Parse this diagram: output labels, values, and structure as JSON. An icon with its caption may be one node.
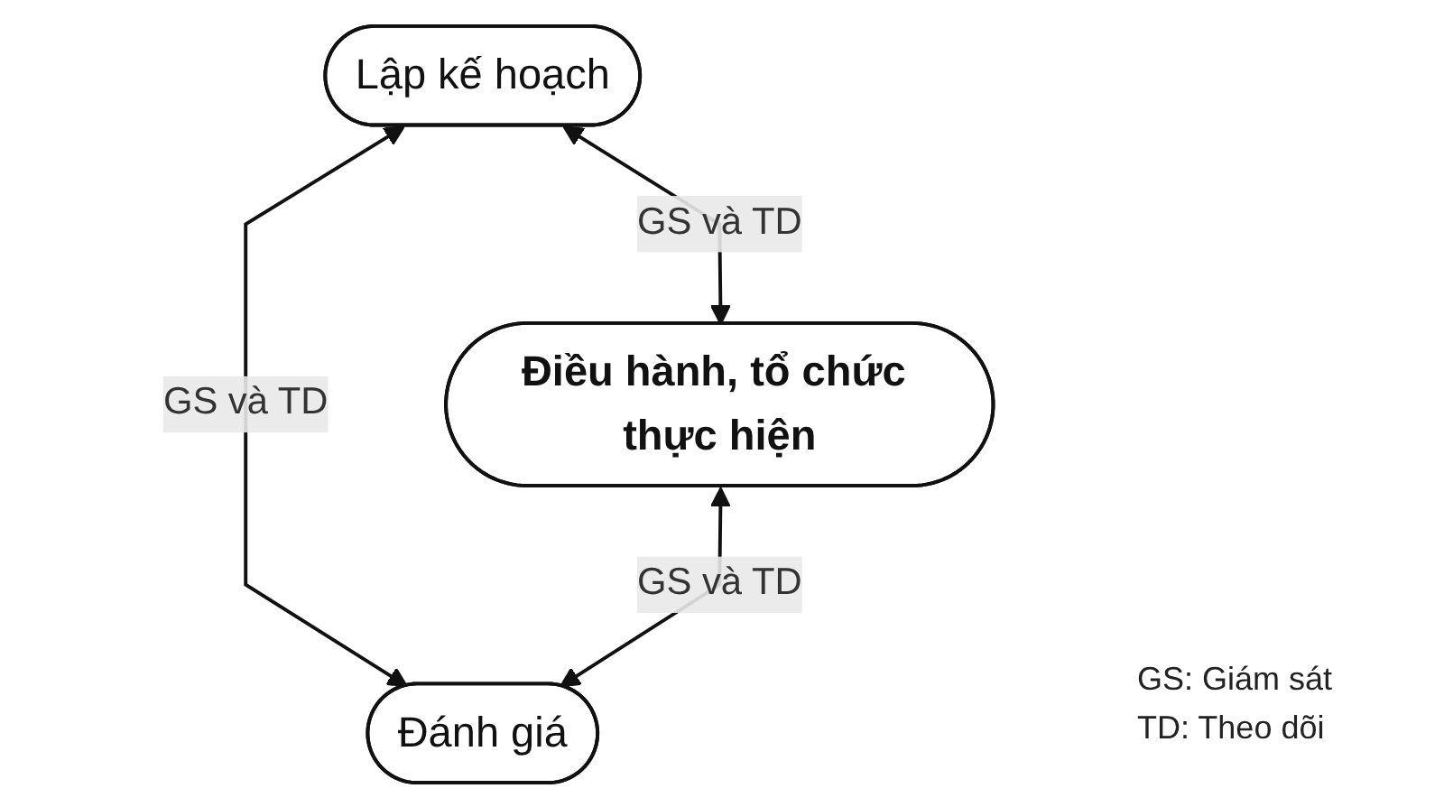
{
  "diagram": {
    "nodes": [
      {
        "text": [
          "Lập kế hoạch"
        ]
      },
      {
        "text": [
          "Điều hành, tổ chức thực hiện"
        ]
      },
      {
        "text": [
          "Đánh giá"
        ]
      }
    ],
    "edges": [
      {
        "from": 0,
        "to": 1,
        "arrow": "both",
        "label": "GS và TD"
      },
      {
        "from": 0,
        "to": 2,
        "arrow": "both",
        "label": "GS và TD"
      },
      {
        "from": 1,
        "to": 2,
        "arrow": "both",
        "label": "GS và TD"
      }
    ],
    "labels": [
      "GS: Giám sát",
      "TD: Theo dõi"
    ]
  }
}
